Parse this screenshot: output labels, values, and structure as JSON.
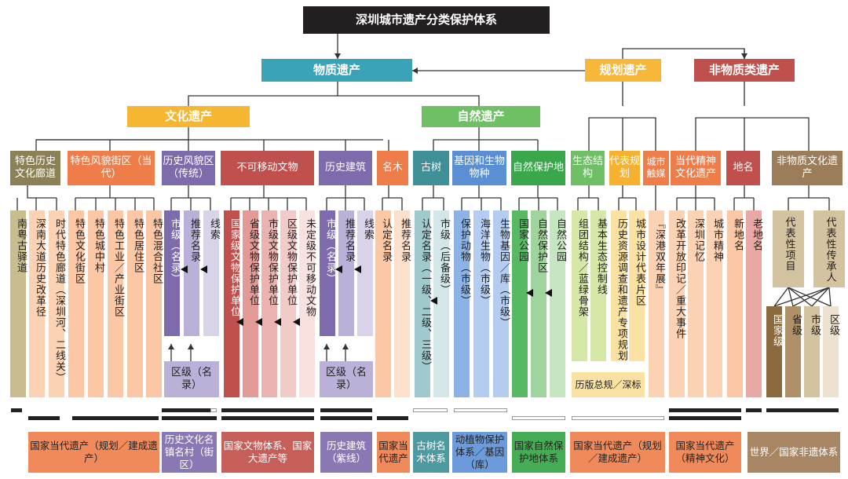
{
  "title": "深圳城市遗产分类保护体系",
  "level1": {
    "physical": "物质遗产",
    "planning": "规划遗产",
    "intangible": "非物质类遗产"
  },
  "level2": {
    "cultural": "文化遗产",
    "natural": "自然遗产"
  },
  "categories": {
    "corridor": "特色历史文化廊道",
    "street": "特色风貌街区（当代）",
    "hist_area": "历史风貌区（传统）",
    "immovable": "不可移动文物",
    "hist_building": "历史建筑",
    "famous_wood": "名木",
    "old_tree": "古树",
    "gene": "基因和生物物种",
    "reserve": "自然保护地",
    "eco": "生态结构",
    "rep_plan": "代表规划",
    "catalyst": "城市触媒",
    "spirit": "当代精神文化遗产",
    "place_name": "地名",
    "ich": "非物质文化遗产"
  },
  "leaves": {
    "l01": "南粤古驿道",
    "l02": "深南大道历史改革径",
    "l03": "时代特色廊道（深圳河、二线关）",
    "l04": "特色文化街区",
    "l05": "特色城中村",
    "l06": "特色工业／产业街区",
    "l07": "特色居住区",
    "l08": "特色混合社区",
    "l09": "市级（名录）",
    "l10": "推荐名录",
    "l11": "线索",
    "l12": "国家级文物保护单位",
    "l13": "省级文物保护单位",
    "l14": "市级文物保护单位",
    "l15": "区级文物保护单位",
    "l16": "未定级不可移动文物",
    "l17": "市级（名录）",
    "l18": "推荐名录",
    "l19": "线索",
    "l20": "认定名录",
    "l21": "推荐名录",
    "l22": "认定名录（一级、二级、三级）",
    "l23": "市级（后备级）",
    "l24": "保护动物（市级）",
    "l25": "海洋生物（市级）",
    "l26": "生物基因／库（市级）",
    "l27": "国家公园",
    "l28": "自然保护区",
    "l29": "自然公园",
    "l30": "组团结构／蓝绿骨架",
    "l31": "基本生态控制线",
    "l32": "历史资源调查和遗产专项规划",
    "l33": "城市设计代表片区",
    "l34": "『深港双年展』",
    "l35": "改革开放印记／重大事件",
    "l36": "深圳记忆",
    "l37": "城市精神",
    "l38": "新地名",
    "l39": "老地名",
    "rep_item": "代表性项目",
    "rep_heir": "代表性传承人",
    "g_nat": "国家级",
    "g_prov": "省级",
    "g_city": "市级",
    "g_dist": "区级",
    "district_a": "区级（名录）",
    "district_b": "区级（名录）",
    "plan_note": "历版总规／深标"
  },
  "footer": {
    "f1": "国家当代遗产（规划／建成遗产）",
    "f2": "历史文化名镇名村（街区）",
    "f3": "国家文物体系、国家大遗产等",
    "f4": "历史建筑（紫线）",
    "f5": "国家当代遗产",
    "f6": "古树名木体系",
    "f7": "动植物保护体系／基因（库）",
    "f8": "国家自然保护地体系",
    "f9": "国家当代遗产（规划／建成遗产）",
    "f10": "国家当代遗产（精神文化）",
    "f11": "世界／国家非遗体系"
  },
  "colors": {
    "title_bg": "#231f20",
    "physical": "#3aa3b8",
    "planning": "#f7b83a",
    "intangible": "#c0504d",
    "cultural": "#f5b731",
    "natural": "#6fbf65",
    "olive": "#8c8156",
    "orange": "#ee7d4a",
    "purple": "#7e6bab",
    "red": "#c0504d",
    "teal": "#3f8f97",
    "blue": "#5b8fd4",
    "green": "#3aa84a",
    "yellow": "#f6b130",
    "brown": "#9c7d5a"
  }
}
